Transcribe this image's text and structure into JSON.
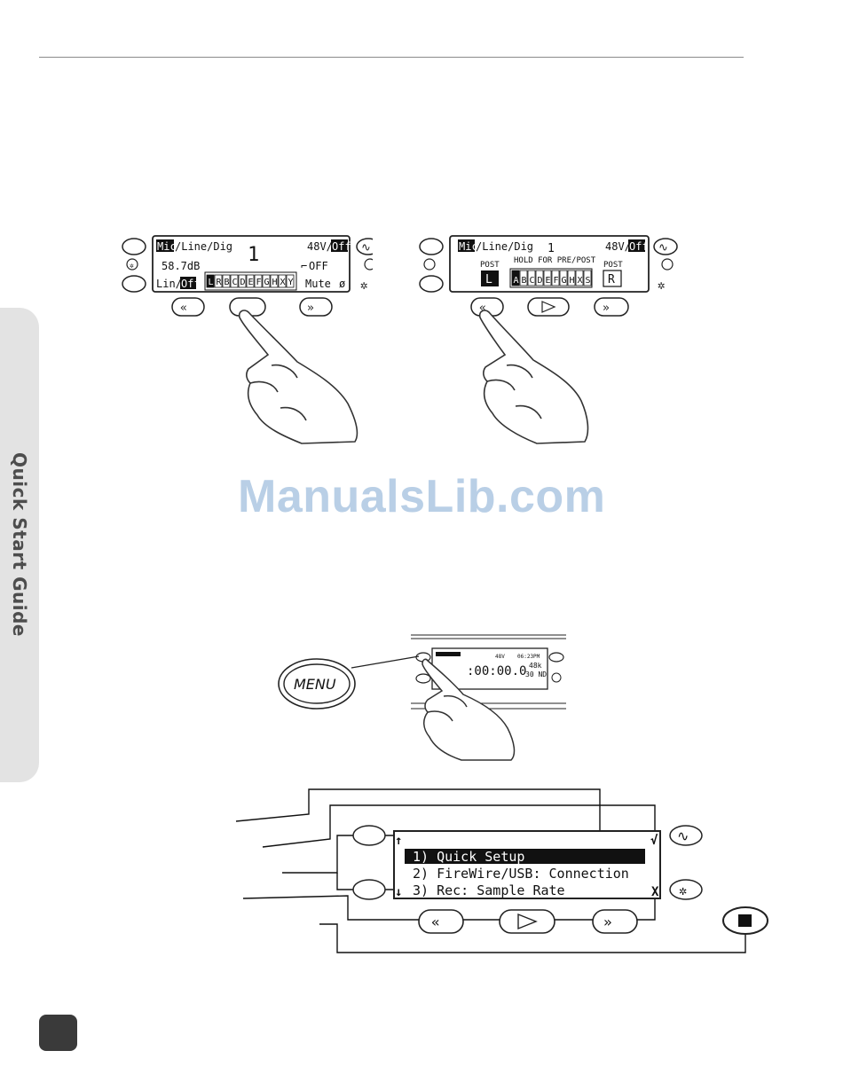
{
  "side_tab": {
    "label": "Quick Start Guide"
  },
  "watermark": "ManualsLib.com",
  "figure1_left": {
    "row1_sel": "Mic",
    "row1_rest": "/Line/Dig",
    "track": "1",
    "phantom": "48V/",
    "phantom_sel": "Off",
    "gain": "58.7dB",
    "hpf": "OFF",
    "limiter": "Lin/",
    "limiter_sel": "Off",
    "mute": "Mute",
    "phase": "ø",
    "channels": [
      "L",
      "R",
      "B",
      "C",
      "D",
      "E",
      "F",
      "G",
      "H",
      "X",
      "Y"
    ]
  },
  "figure1_right": {
    "row1_sel": "Mic",
    "row1_rest": "/Line/Dig",
    "track": "1",
    "phantom": "48V/",
    "phantom_sel": "Off",
    "post_left": "POST",
    "post_right": "POST",
    "hold": "HOLD FOR PRE/POST",
    "left_box": "L",
    "right_box": "R",
    "channels": [
      "A",
      "B",
      "C",
      "D",
      "E",
      "F",
      "G",
      "H",
      "X",
      "S"
    ]
  },
  "figure2": {
    "menu_label": "MENU",
    "screen_time": ":00:00.0",
    "screen_rate": "48k",
    "screen_fps": "30 ND",
    "screen_v": "48V",
    "screen_clock": "06:23PM"
  },
  "figure3": {
    "items": [
      "1) Quick Setup",
      "2) FireWire/USB: Connection",
      "3) Rec: Sample Rate"
    ],
    "up_arrow": "↑",
    "down_arrow": "↓",
    "check": "√",
    "cross": "X"
  }
}
